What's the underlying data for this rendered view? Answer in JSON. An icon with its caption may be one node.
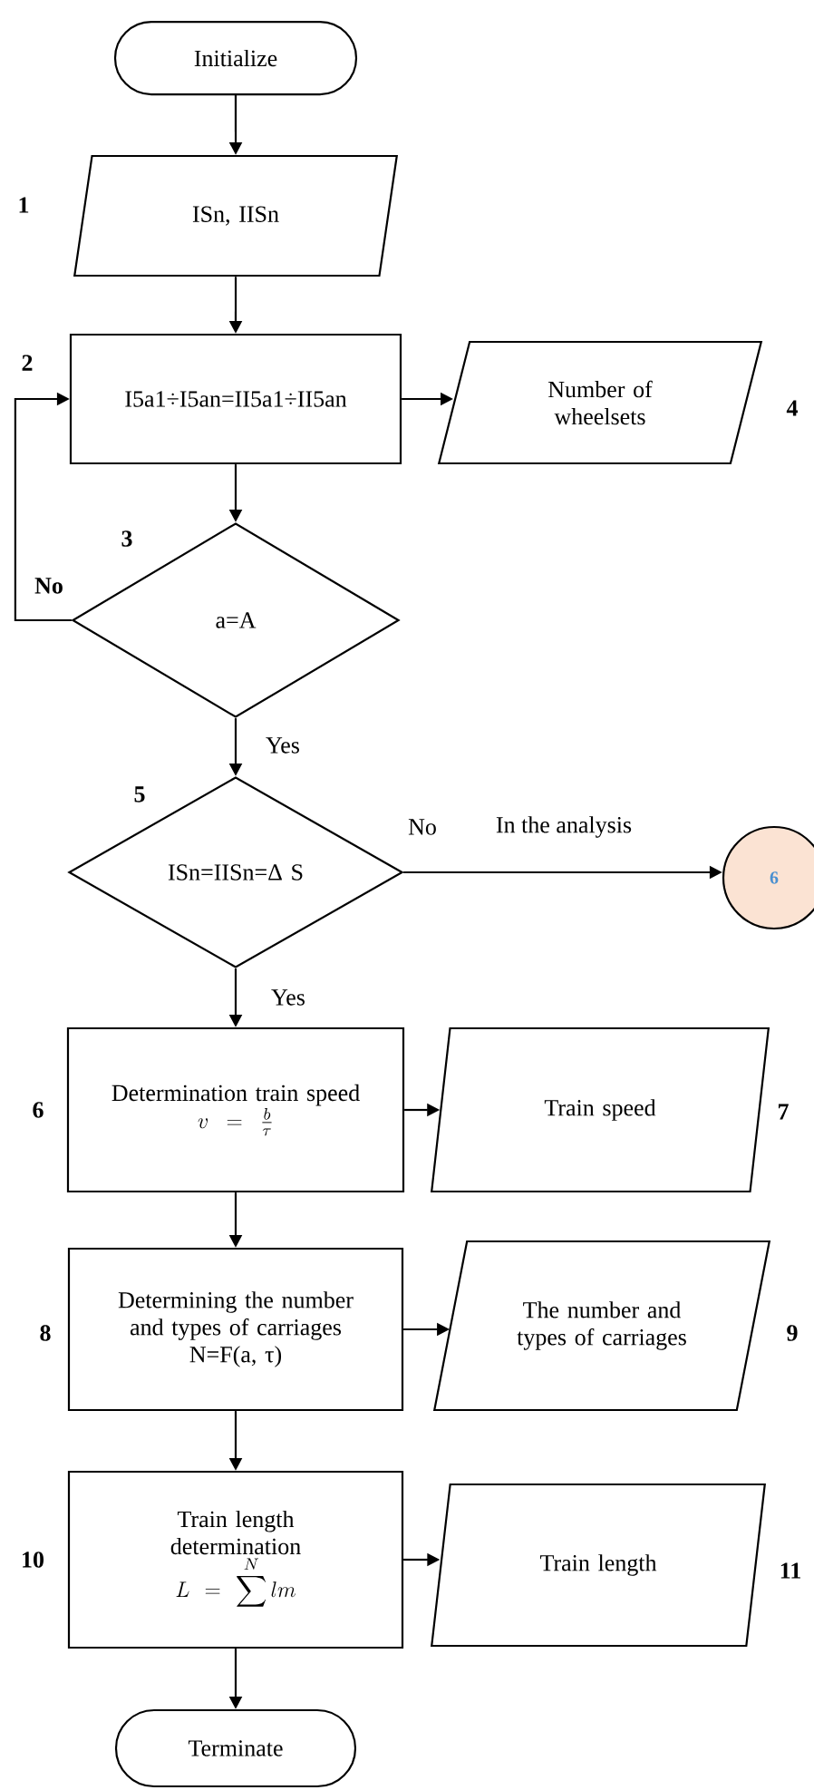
{
  "diagram": {
    "nodes": [
      {
        "text": [
          "Initialize"
        ]
      },
      {
        "text": [
          "ISn, IISn"
        ],
        "beside": [
          "1"
        ]
      },
      {
        "text": [
          "I5a1÷I5an=II5a1÷II5an"
        ],
        "beside": [
          "2"
        ]
      },
      {
        "text": [
          "Number of wheelsets"
        ],
        "beside": [
          "4"
        ]
      },
      {
        "text": [
          "a=A"
        ],
        "beside": [
          "3"
        ]
      },
      {
        "text": [
          "ISn=IISn=Δ S"
        ],
        "beside": [
          "5"
        ]
      },
      {
        "text": [
          "6"
        ]
      },
      {
        "text": [
          "Determination train speed",
          "v = \\frac{b}{\\tau}"
        ],
        "beside": [
          "6"
        ]
      },
      {
        "text": [
          "Train speed"
        ],
        "beside": [
          "7"
        ]
      },
      {
        "text": [
          "Determining the number and types of carriages",
          "N=F(a, τ)"
        ],
        "beside": [
          "8"
        ]
      },
      {
        "text": [
          "The number and types of carriages"
        ],
        "beside": [
          "9"
        ]
      },
      {
        "text": [
          "Train length determination",
          "L = \\sum^{N} lm"
        ],
        "beside": [
          "10"
        ]
      },
      {
        "text": [
          "Train length"
        ],
        "beside": [
          "11"
        ]
      },
      {
        "text": [
          "Terminate"
        ]
      }
    ],
    "edges": [
      {
        "from": 0,
        "to": 1,
        "arrow": "to"
      },
      {
        "from": 1,
        "to": 2,
        "arrow": "to"
      },
      {
        "from": 2,
        "to": 3,
        "arrow": "to"
      },
      {
        "from": 2,
        "to": 4,
        "arrow": "to"
      },
      {
        "from": 4,
        "to": 2,
        "arrow": "to",
        "label": "No"
      },
      {
        "from": 4,
        "to": 5,
        "arrow": "to",
        "label": "Yes"
      },
      {
        "from": 5,
        "to": 6,
        "arrow": "to",
        "label": "No"
      },
      {
        "from": 5,
        "to": 7,
        "arrow": "to",
        "label": "Yes"
      },
      {
        "from": 7,
        "to": 8,
        "arrow": "to"
      },
      {
        "from": 7,
        "to": 9,
        "arrow": "to"
      },
      {
        "from": 9,
        "to": 10,
        "arrow": "to"
      },
      {
        "from": 9,
        "to": 11,
        "arrow": "to"
      },
      {
        "from": 11,
        "to": 12,
        "arrow": "to"
      },
      {
        "from": 11,
        "to": 13,
        "arrow": "to"
      }
    ],
    "labels": [
      "In the analysis"
    ]
  }
}
